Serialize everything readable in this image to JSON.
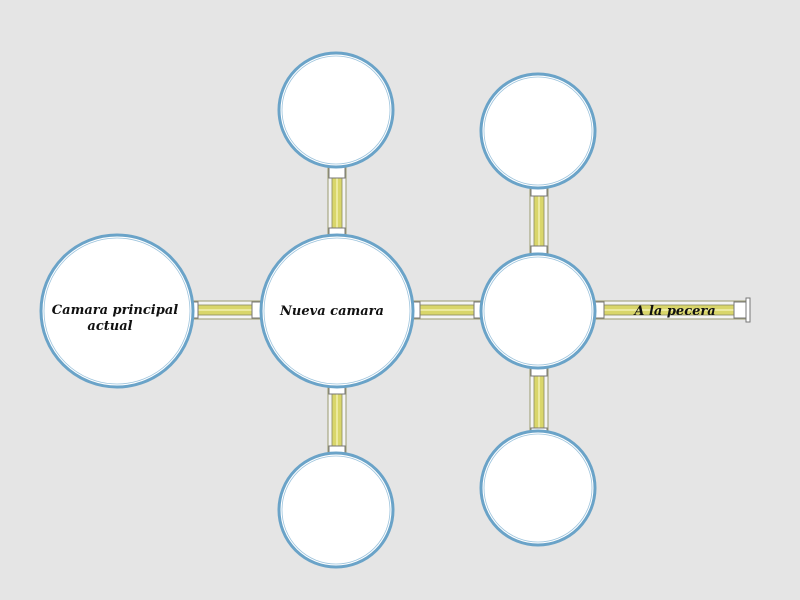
{
  "diagram": {
    "labels": {
      "main_chamber": "Camara principal",
      "main_chamber_line2": "actual",
      "new_chamber": "Nueva camara",
      "to_tank": "A la pecera"
    },
    "colors": {
      "background": "#e5e5e5",
      "chamber_fill": "#ffffff",
      "chamber_outline": "#6aa3c8",
      "tube_fill": "#d9d66a",
      "tube_outline": "#8a8a60",
      "connector_outline": "#777777"
    }
  }
}
